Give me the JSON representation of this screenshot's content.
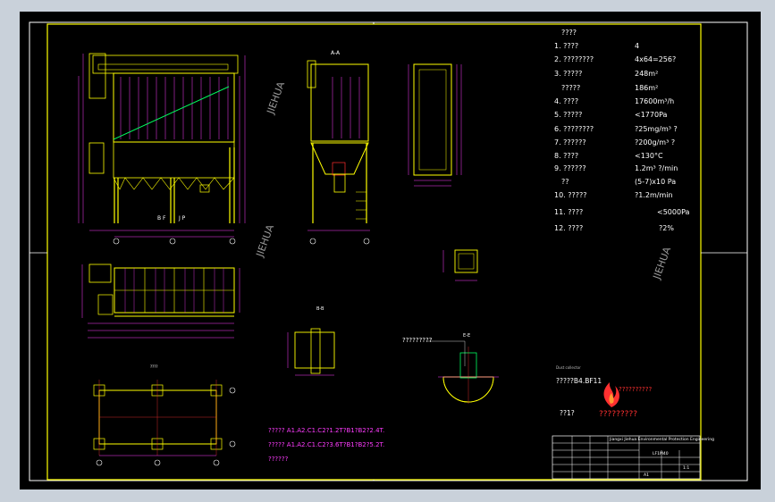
{
  "specs": {
    "title": "????",
    "rows": [
      {
        "num": "1.",
        "label": "????",
        "sub": "",
        "value": "4"
      },
      {
        "num": "2.",
        "label": "????????",
        "sub": "",
        "value": "4x64=256?"
      },
      {
        "num": "3.",
        "label": "?????",
        "sub": "",
        "value": "248m²"
      },
      {
        "num": "",
        "label": "?????",
        "sub": "",
        "value": "186m²"
      },
      {
        "num": "4.",
        "label": "????",
        "sub": "",
        "value": "17600m³/h"
      },
      {
        "num": "5.",
        "label": "?????",
        "sub": "",
        "value": "<1770Pa"
      },
      {
        "num": "6.",
        "label": "????????",
        "sub": "",
        "value": "?25mg/m³ ?"
      },
      {
        "num": "7.",
        "label": "??????",
        "sub": "",
        "value": "?200g/m³ ?"
      },
      {
        "num": "8.",
        "label": "????",
        "sub": "",
        "value": "<130°C"
      },
      {
        "num": "9.",
        "label": "??????",
        "sub": "",
        "value": "1.2m³ ?/min"
      },
      {
        "num": "",
        "label": "??",
        "sub": "",
        "value": "(5-7)x10  Pa"
      },
      {
        "num": "10.",
        "label": "?????",
        "sub": "",
        "value": "?1.2m/min"
      },
      {
        "num": "11.",
        "label": "????",
        "sub": "",
        "value": "<5000Pa"
      },
      {
        "num": "12.",
        "label": "????",
        "sub": "",
        "value": "?2%"
      }
    ]
  },
  "view_labels": {
    "aa": "A-A",
    "bb": "B-B",
    "ee": "E-E",
    "dd": "????",
    "callout": "?????????",
    "bf": "B F",
    "jp": "J P",
    "model_header": "Dust collector",
    "model": "?????B4.BF11"
  },
  "watermarks": {
    "w1": "JIEHUA",
    "w2": "JIEHUA",
    "w3": "JIEHUA"
  },
  "notes": {
    "n1": "????? A1.A2.C1.C2?1.2T?B1?B2?2.4T.",
    "n2": "????? A1.A2.C1.C2?3.6T?B1?B2?5.2T.",
    "n3": "??????"
  },
  "stamp": {
    "label1": "??1?",
    "label2": "?????????"
  },
  "title_block": {
    "company": "Jiangxi Jiehua Environmental Protection Engineering",
    "drawing_no": "LF1M40",
    "scale": "1:1",
    "sheet": "A1"
  },
  "colors": {
    "background": "#000000",
    "border": "#ffff00",
    "structure": "#ffff00",
    "dimension": "#ff3cff",
    "detail": "#ffffff",
    "accent": "#00ff60"
  }
}
